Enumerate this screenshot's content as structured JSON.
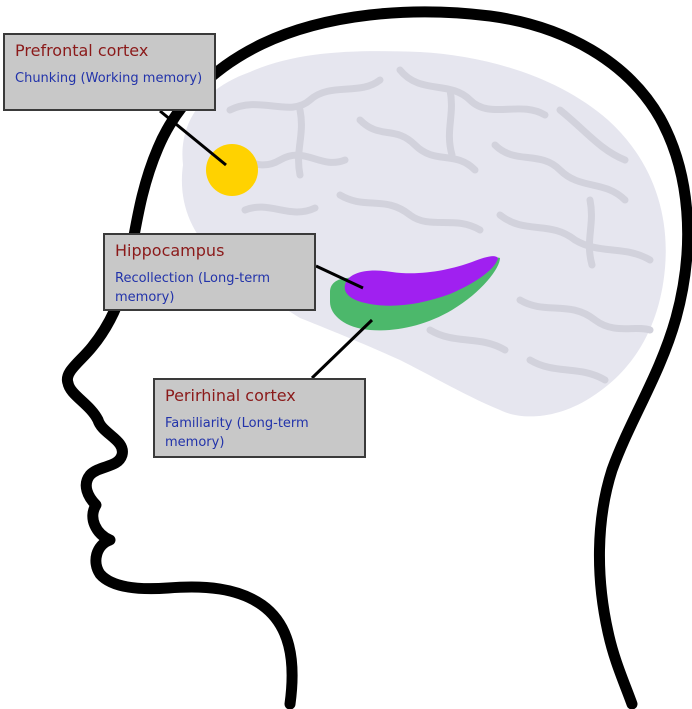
{
  "colors": {
    "head_outline": "#000000",
    "brain_fill": "#e6e6ef",
    "brain_folds": "#d2d2dc",
    "prefrontal_marker": "#ffd200",
    "hippocampus_region": "#a020f0",
    "perirhinal_region": "#4cb86b",
    "callout_background": "#c8c8c8",
    "callout_title": "#8b1a1a",
    "callout_text": "#2233aa"
  },
  "callouts": {
    "prefrontal": {
      "title": "Prefrontal cortex",
      "description": "Chunking (Working memory)"
    },
    "hippocampus": {
      "title": "Hippocampus",
      "description": "Recollection (Long-term memory)"
    },
    "perirhinal": {
      "title": "Perirhinal cortex",
      "description": "Familiarity (Long-term memory)"
    }
  }
}
